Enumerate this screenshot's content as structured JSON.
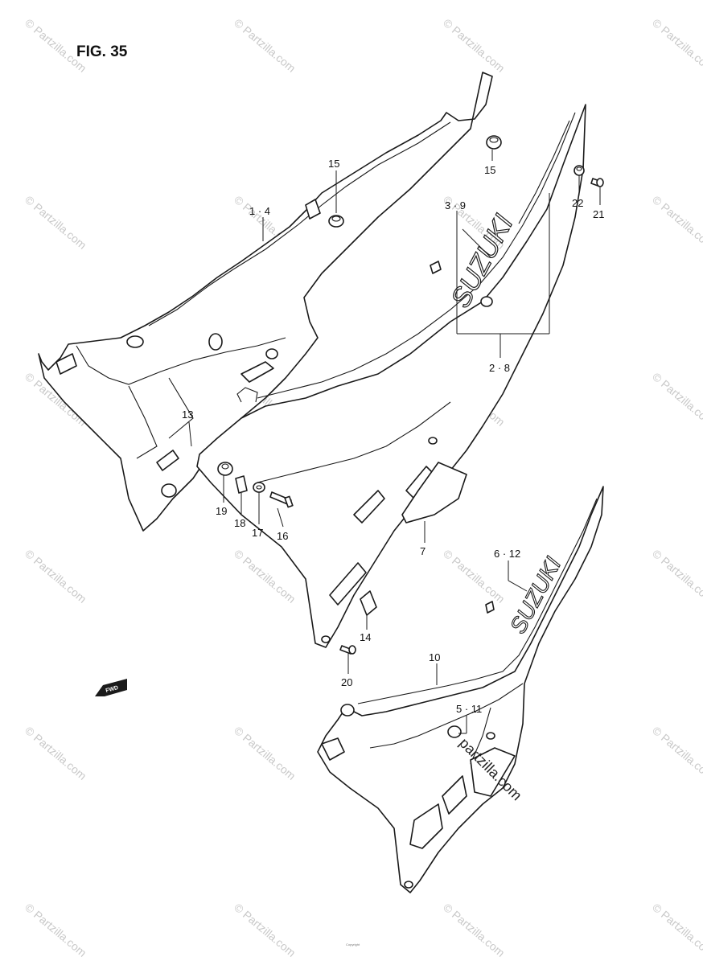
{
  "figure_title": "FIG. 35",
  "brand_text": "SUZUKI",
  "fwd_label": "FWD",
  "watermark": "© Partzilla.com",
  "watermark_center": "partzilla.com",
  "footer_text": "Copyright",
  "part_labels": {
    "l1_4": "1 · 4",
    "l2_8": "2 · 8",
    "l3_9": "3 · 9",
    "l5_11": "5 · 11",
    "l6_12": "6 · 12",
    "l7": "7",
    "l10": "10",
    "l13": "13",
    "l14": "14",
    "l15a": "15",
    "l15b": "15",
    "l16": "16",
    "l17": "17",
    "l18": "18",
    "l19": "19",
    "l20": "20",
    "l21": "21",
    "l22": "22"
  }
}
